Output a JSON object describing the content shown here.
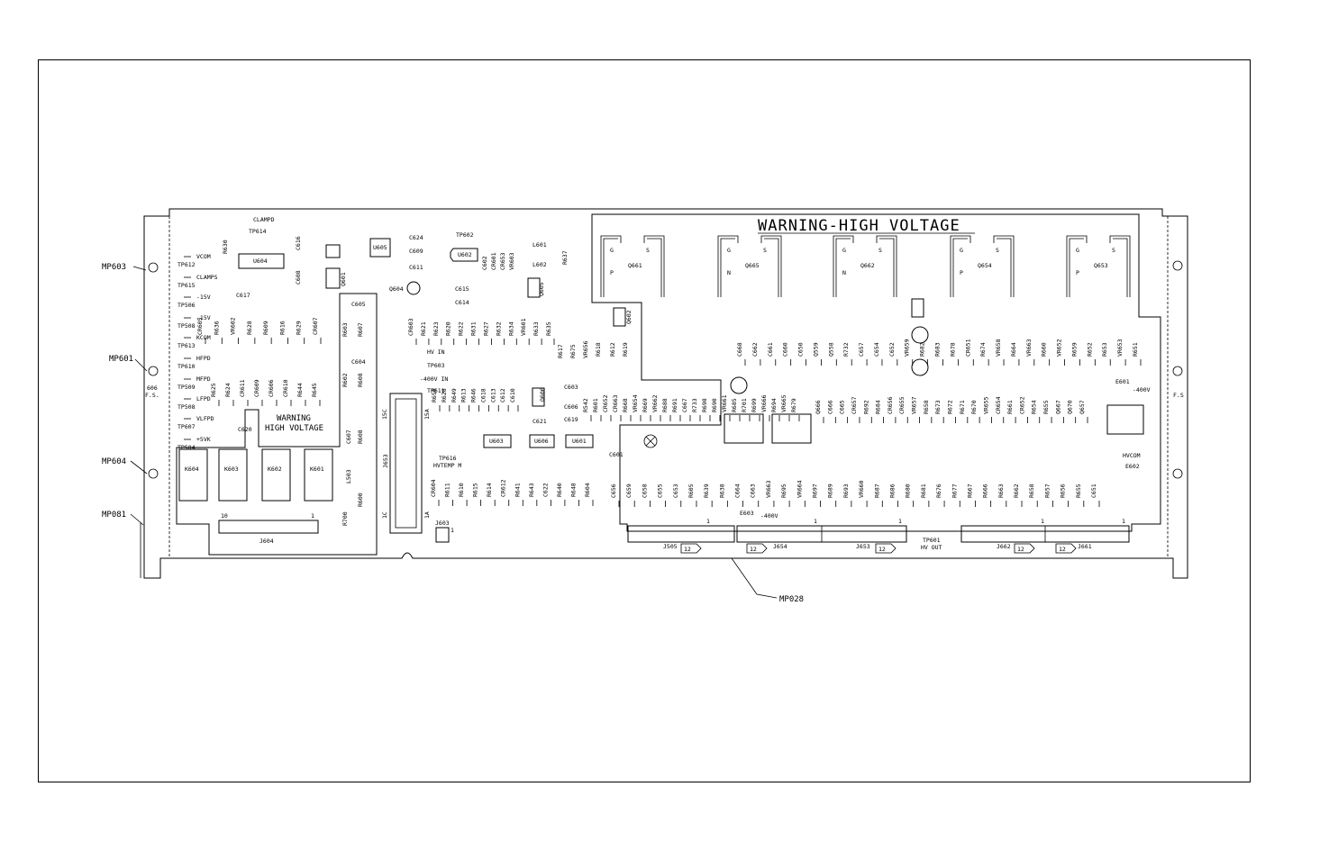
{
  "warning_title": "WARNING-HIGH VOLTAGE",
  "warning_small": [
    "WARNING",
    "HIGH VOLTAGE"
  ],
  "callouts": [
    "MP603",
    "MP601",
    "MP604",
    "MP081",
    "MP028"
  ],
  "side_labels": {
    "fuse_left": [
      "606",
      "F.S."
    ],
    "fuse_right": "F.S"
  },
  "test_points": [
    {
      "name": "TP612",
      "signal": "VCOM"
    },
    {
      "name": "TP615",
      "signal": "CLAMPS"
    },
    {
      "name": "TP506",
      "signal": "-15V"
    },
    {
      "name": "TP508",
      "signal": "-15V"
    },
    {
      "name": "TP613",
      "signal": "KCOM"
    },
    {
      "name": "TP610",
      "signal": "HFPD"
    },
    {
      "name": "TP509",
      "signal": "MFPD"
    },
    {
      "name": "TP508",
      "signal": "LFPD"
    },
    {
      "name": "TP607",
      "signal": "VLFPD"
    },
    {
      "name": "TP504",
      "signal": "+5VK"
    }
  ],
  "relays": [
    "K604",
    "K603",
    "K602",
    "K601"
  ],
  "fets": [
    {
      "name": "Q661",
      "type": "P"
    },
    {
      "name": "Q665",
      "type": "N"
    },
    {
      "name": "Q662",
      "type": "N"
    },
    {
      "name": "Q654",
      "type": "P"
    },
    {
      "name": "Q653",
      "type": "P"
    }
  ],
  "fet_pins": {
    "gate": "G",
    "source": "S"
  },
  "ic_labels": [
    "U604",
    "U605",
    "U602",
    "U603",
    "U606",
    "U601"
  ],
  "connectors": [
    {
      "name": "J604",
      "pins": [
        "10",
        "1"
      ]
    },
    {
      "name": "J653",
      "pins": [
        "15C",
        "15A",
        "1C",
        "1A"
      ]
    },
    {
      "name": "J505",
      "pins": [
        "12"
      ]
    },
    {
      "name": "J654",
      "pins": [
        "12"
      ]
    },
    {
      "name": "J653",
      "pins": [
        "12"
      ]
    },
    {
      "name": "J662",
      "pins": [
        "12"
      ]
    },
    {
      "name": "J661",
      "pins": [
        "12"
      ]
    }
  ],
  "pin_one": "1",
  "net_labels": {
    "clampd": "CLAMPD",
    "tp614": "TP614",
    "tp602": "TP602",
    "hv_in": "HV IN",
    "tp603": "TP603",
    "m400v_in": "-400V IN",
    "tp611": "TP611",
    "tp616": "TP616",
    "hvtemp": "HVTEMP M",
    "e603": "E603",
    "m400v": "-400V",
    "tp601": "TP601",
    "hv_out": "HV OUT",
    "e601": "E601",
    "m400v_r": "-400V",
    "hvcom": "HVCOM",
    "e602": "E602",
    "j603": "J603",
    "x_mark": "X"
  },
  "ref_designators": {
    "col_a": [
      "R630",
      "C616",
      "C608",
      "Q601",
      "C617",
      "C605",
      "R603",
      "R607",
      "C604",
      "R602",
      "R608",
      "C620",
      "C607",
      "R608",
      "L503",
      "R700",
      "R600"
    ],
    "row_b": [
      "CR605",
      "R636",
      "VR602",
      "R628",
      "R609",
      "R616",
      "R629",
      "CR607"
    ],
    "row_c": [
      "R625",
      "R624",
      "CR611",
      "CR609",
      "CR606",
      "CR610",
      "R644",
      "R645"
    ],
    "row_d": [
      "CR603",
      "R621",
      "R623",
      "R620",
      "R622",
      "R631",
      "R627",
      "R632",
      "R634",
      "VR601",
      "R633",
      "R635"
    ],
    "row_e": [
      "R650",
      "R628",
      "R649",
      "R613",
      "R646",
      "C618",
      "C613",
      "C612",
      "C610"
    ],
    "row_f": [
      "CR604",
      "R611",
      "R610",
      "R615",
      "R614",
      "CR612",
      "R641",
      "R643",
      "C622",
      "R640",
      "R648",
      "R604"
    ],
    "top_mid": [
      "C624",
      "C609",
      "C611",
      "C602",
      "CR601",
      "CR653",
      "VR603",
      "L601",
      "L602",
      "R637",
      "Q605",
      "C615",
      "C614",
      "Q604",
      "Q602"
    ],
    "mid_misc": [
      "R617",
      "R675",
      "VR656",
      "R618",
      "R612",
      "R619",
      "C603",
      "C606",
      "C619",
      "C621",
      "Q606",
      "C601"
    ],
    "row_g": [
      "R542",
      "R601",
      "CR652",
      "CR663",
      "R668",
      "VR654",
      "R669",
      "VR662",
      "R688",
      "R691",
      "C667",
      "R733",
      "R698",
      "R690",
      "VR661",
      "R685",
      "R701",
      "R699",
      "VR666",
      "R694",
      "VR665",
      "R679"
    ],
    "row_h": [
      "C668",
      "C662",
      "C661",
      "C660",
      "C650",
      "Q559",
      "Q558",
      "R732",
      "C657",
      "C654",
      "C652",
      "VR659",
      "R682",
      "R683",
      "R678",
      "CR651",
      "R674",
      "VR658",
      "R664",
      "VR663",
      "R660",
      "VR652",
      "R659",
      "R652",
      "R653",
      "VR653",
      "R651"
    ],
    "row_i": [
      "Q666",
      "C666",
      "C665",
      "CR657",
      "R692",
      "R684",
      "CR656",
      "CR655",
      "VR657",
      "R658",
      "R673",
      "R672",
      "R671",
      "R670",
      "VR655",
      "CR654",
      "R661",
      "CR652",
      "R654",
      "R655",
      "Q667",
      "Q670",
      "Q657"
    ],
    "row_j": [
      "C656",
      "C659",
      "C658",
      "C655",
      "C653",
      "R605",
      "R639",
      "R638",
      "C664",
      "C663",
      "VR663",
      "R695",
      "VR664",
      "R697",
      "R689",
      "R693",
      "VR660",
      "R687",
      "R686",
      "R680",
      "R681",
      "R676",
      "R677",
      "R667",
      "R666",
      "R663",
      "R662",
      "R658",
      "R657",
      "R656",
      "R655",
      "C651"
    ]
  }
}
